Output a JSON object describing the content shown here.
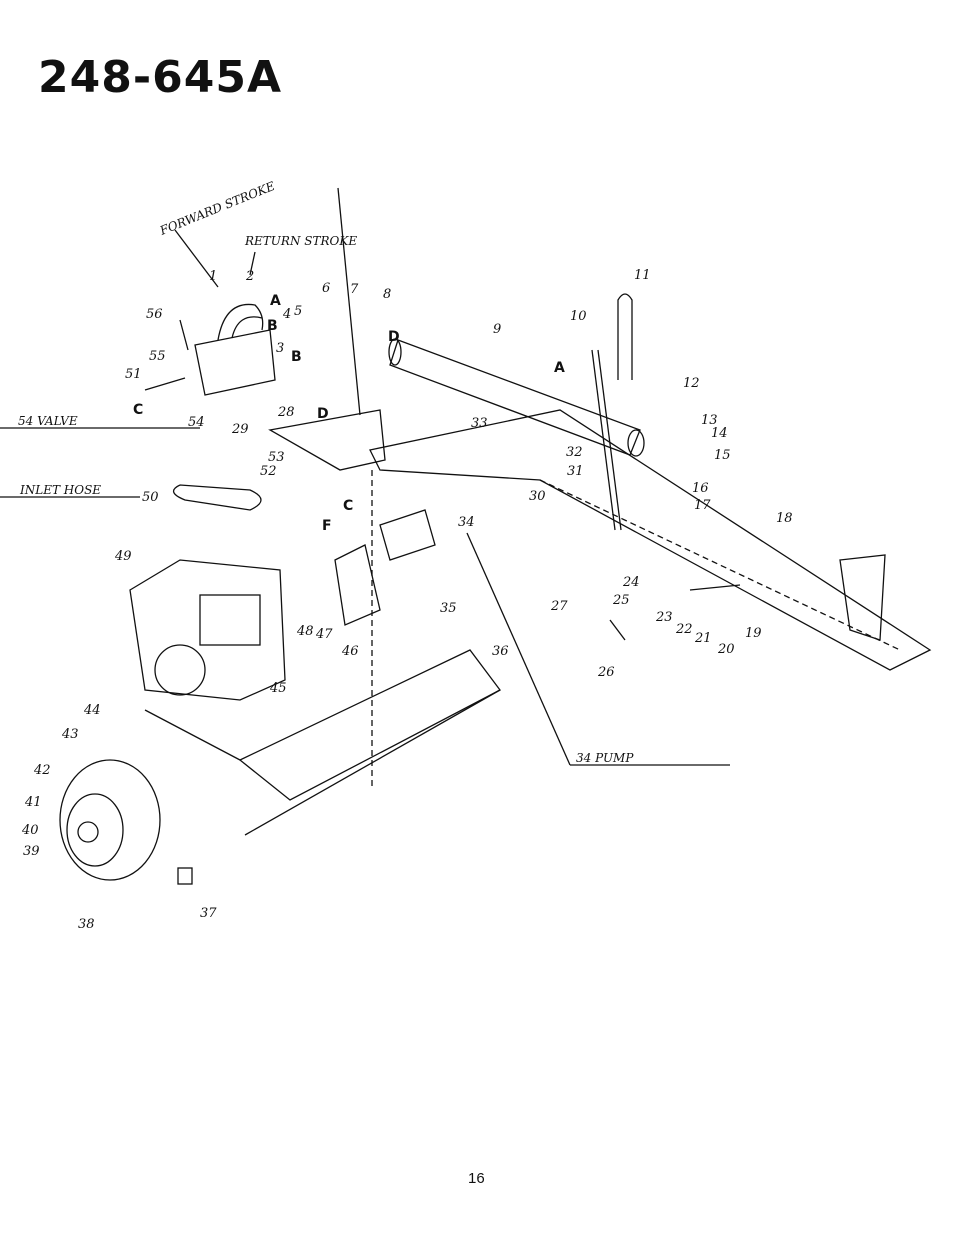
{
  "document": {
    "model_number": "248-645A",
    "page_number": "16"
  },
  "annotations": {
    "forward_stroke": "FORWARD STROKE",
    "return_stroke": "RETURN STROKE",
    "valve": "54 VALVE",
    "inlet_hose": "INLET HOSE",
    "pump": "34 PUMP"
  },
  "connection_letters": [
    "A",
    "B",
    "C",
    "D",
    "F"
  ],
  "part_callouts": [
    "1",
    "2",
    "3",
    "4",
    "5",
    "6",
    "7",
    "8",
    "9",
    "10",
    "11",
    "12",
    "13",
    "14",
    "15",
    "16",
    "17",
    "18",
    "19",
    "20",
    "21",
    "22",
    "23",
    "24",
    "25",
    "26",
    "27",
    "28",
    "29",
    "30",
    "31",
    "32",
    "33",
    "34",
    "35",
    "36",
    "37",
    "38",
    "39",
    "40",
    "41",
    "42",
    "43",
    "44",
    "45",
    "46",
    "47",
    "48",
    "49",
    "50",
    "51",
    "52",
    "53",
    "54",
    "55",
    "56"
  ]
}
